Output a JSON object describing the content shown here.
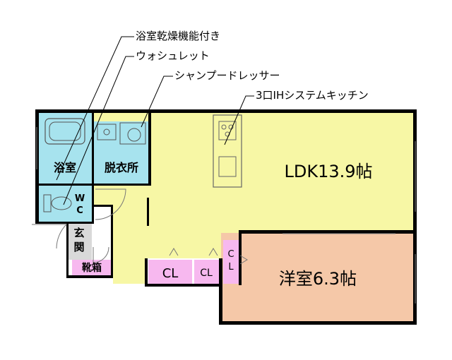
{
  "callouts": {
    "bath_dryer": "浴室乾燥機能付き",
    "washlet": "ウォシュレット",
    "shampoo_dresser": "シャンプードレッサー",
    "ih_kitchen": "3口IHシステムキッチン"
  },
  "rooms": {
    "ldk": "LDK13.9帖",
    "western": "洋室6.3帖",
    "bath": "浴室",
    "dressing": "脱衣所",
    "wc_top": "W",
    "wc_bottom": "C",
    "entrance_top": "玄",
    "entrance_bottom": "関",
    "shoe_box": "靴箱",
    "closet_large": "CL",
    "closet_small": "CL",
    "closet_vertical_top": "C",
    "closet_vertical_bottom": "L"
  },
  "colors": {
    "ldk": "#f7f7a5",
    "western": "#f5c8a8",
    "wet_area": "#a7e3ee",
    "closet": "#f7b8ef",
    "wall": "#000000"
  }
}
